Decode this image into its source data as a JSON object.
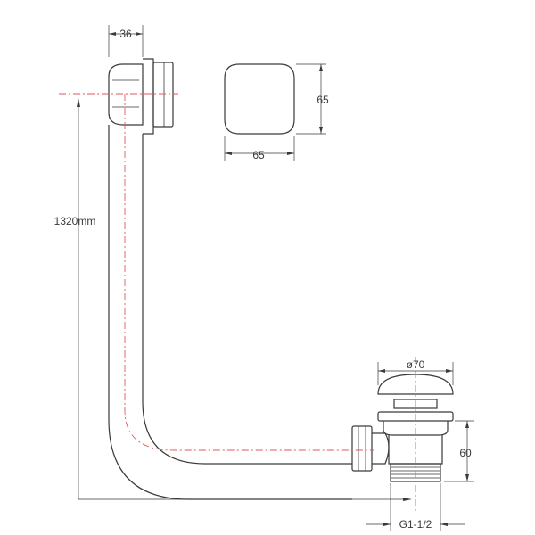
{
  "dimensions": {
    "overflow_depth": "36",
    "plate_height": "65",
    "plate_width": "65",
    "pipe_length": "1320mm",
    "waste_diameter": "ø70",
    "waste_height": "60",
    "thread": "G1-1/2"
  },
  "colors": {
    "line": "#3a3a3a",
    "centerline": "#e05a5a"
  }
}
